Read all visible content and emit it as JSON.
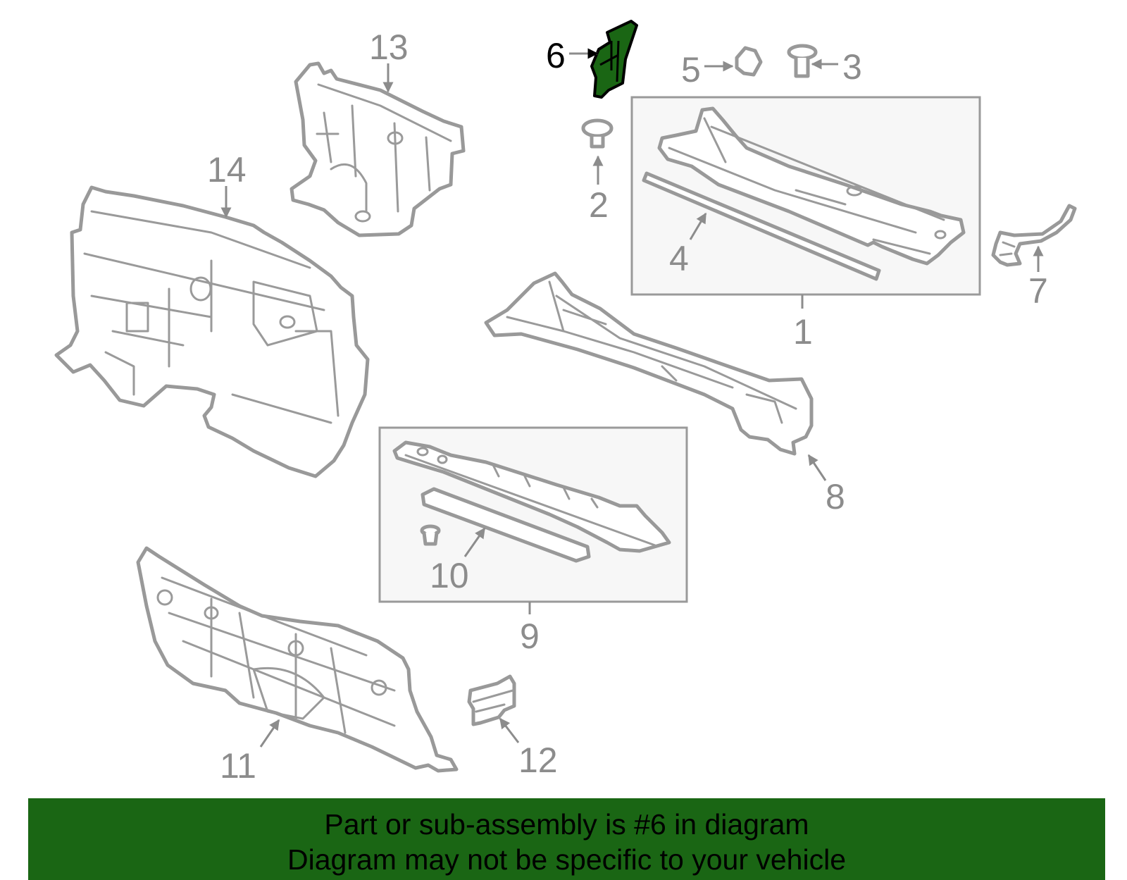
{
  "highlight_color": "#1a6614",
  "highlighted_part": "6",
  "callouts": {
    "c1": "1",
    "c2": "2",
    "c3": "3",
    "c4": "4",
    "c5": "5",
    "c6": "6",
    "c7": "7",
    "c8": "8",
    "c9": "9",
    "c10": "10",
    "c11": "11",
    "c12": "12",
    "c13": "13",
    "c14": "14"
  },
  "banner": {
    "line1": "Part or sub-assembly is #6 in diagram",
    "line2": "Diagram may not be specific to your vehicle",
    "background": "#1a6614"
  }
}
